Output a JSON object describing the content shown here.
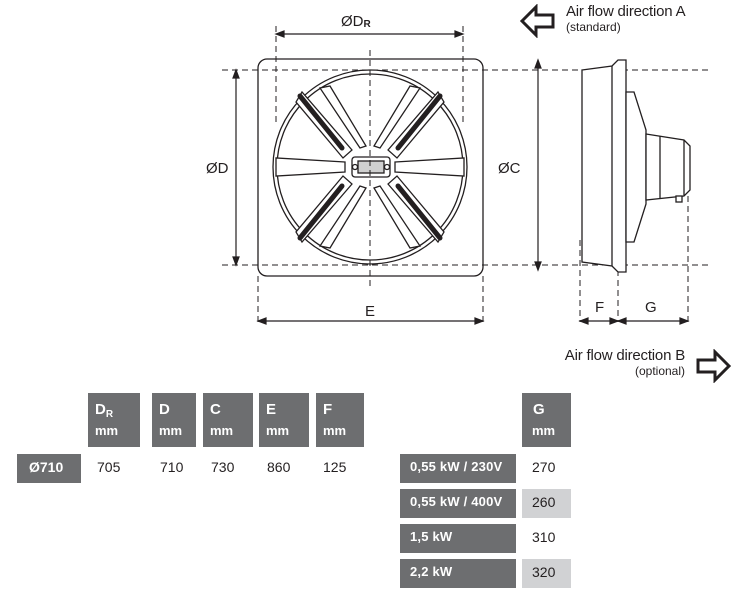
{
  "drawing": {
    "labels": {
      "dr": "ØD",
      "dr_sub": "R",
      "d": "ØD",
      "c": "ØC",
      "e": "E",
      "f": "F",
      "g": "G"
    }
  },
  "airflow": {
    "a_title": "Air flow direction A",
    "a_note": "(standard)",
    "b_title": "Air flow direction B",
    "b_note": "(optional)"
  },
  "dims_table": {
    "headers": [
      {
        "sym": "D",
        "sub": "R",
        "unit": "mm"
      },
      {
        "sym": "D",
        "sub": "",
        "unit": "mm"
      },
      {
        "sym": "C",
        "sub": "",
        "unit": "mm"
      },
      {
        "sym": "E",
        "sub": "",
        "unit": "mm"
      },
      {
        "sym": "F",
        "sub": "",
        "unit": "mm"
      }
    ],
    "row_label": "Ø710",
    "values": [
      "705",
      "710",
      "730",
      "860",
      "125"
    ]
  },
  "g_table": {
    "header": {
      "sym": "G",
      "unit": "mm"
    },
    "rows": [
      {
        "power": "0,55 kW / 230V",
        "g": "270"
      },
      {
        "power": "0,55 kW / 400V",
        "g": "260"
      },
      {
        "power": "1,5 kW",
        "g": "310"
      },
      {
        "power": "2,2 kW",
        "g": "320"
      }
    ]
  }
}
